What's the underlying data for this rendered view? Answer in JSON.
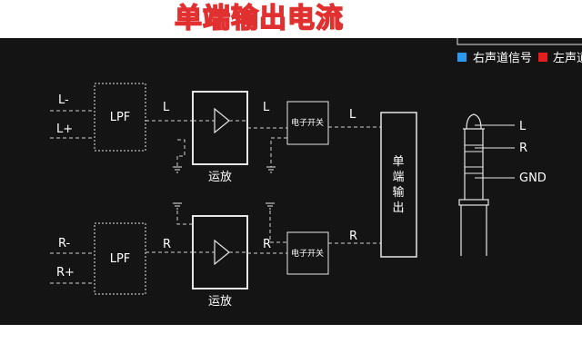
{
  "title": "单端输出电流",
  "legend": [
    {
      "label": "右声道信号",
      "color": "#2a9bf0"
    },
    {
      "label": "左声道",
      "color": "#e02020"
    }
  ],
  "left": {
    "in_minus": "L-",
    "in_plus": "L+",
    "filter": "LPF",
    "wire1": "L",
    "wire2": "L",
    "wire3": "L",
    "amp_label": "运放",
    "switch": "电子开关"
  },
  "right": {
    "in_minus": "R-",
    "in_plus": "R+",
    "filter": "LPF",
    "wire1": "R",
    "wire2": "R",
    "wire3": "R",
    "amp_label": "运放",
    "switch": "电子开关"
  },
  "output": {
    "label": [
      "单",
      "端",
      "输",
      "出"
    ]
  },
  "jack": {
    "tip": "L",
    "ring": "R",
    "sleeve": "GND"
  },
  "colors": {
    "title_outline": "#e03030",
    "background": "#141414",
    "line": "#e6e6e6"
  }
}
